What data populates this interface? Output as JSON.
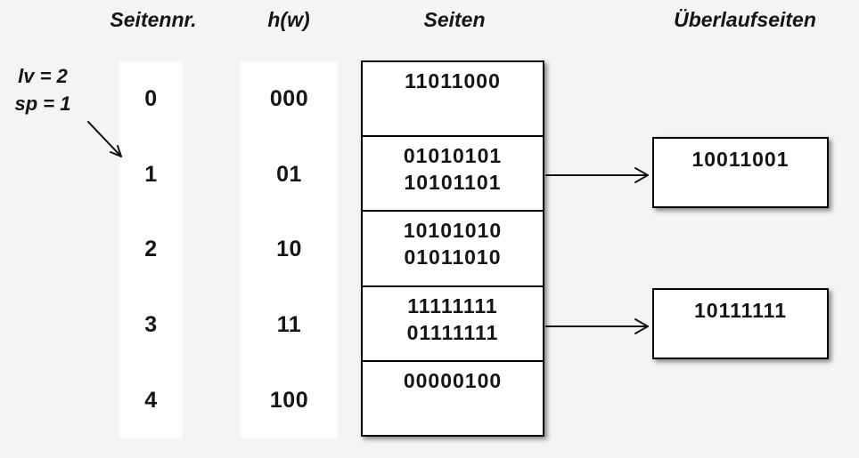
{
  "headers": {
    "seitennr": "Seitennr.",
    "hw": "h(w)",
    "seiten": "Seiten",
    "ueberlauf": "Überlaufseiten"
  },
  "annotation": {
    "line1": "lv = 2",
    "line2": "sp = 1"
  },
  "seitennr": {
    "values": [
      "0",
      "1",
      "2",
      "3",
      "4"
    ]
  },
  "hw": {
    "values": [
      "000",
      "01",
      "10",
      "11",
      "100"
    ]
  },
  "seiten": {
    "rows": [
      [
        "11011000"
      ],
      [
        "01010101",
        "10101101"
      ],
      [
        "10101010",
        "01011010"
      ],
      [
        "11111111",
        "01111111"
      ],
      [
        "00000100"
      ]
    ]
  },
  "ueberlauf": {
    "boxes": [
      {
        "value": "10011001",
        "linked_row": "1"
      },
      {
        "value": "10111111",
        "linked_row": "3"
      }
    ]
  },
  "colors": {
    "background": "#f4f4f5",
    "strip_background": "#fdfdfd",
    "box_background": "#ffffff",
    "box_border": "#000000",
    "text": "#151515"
  }
}
